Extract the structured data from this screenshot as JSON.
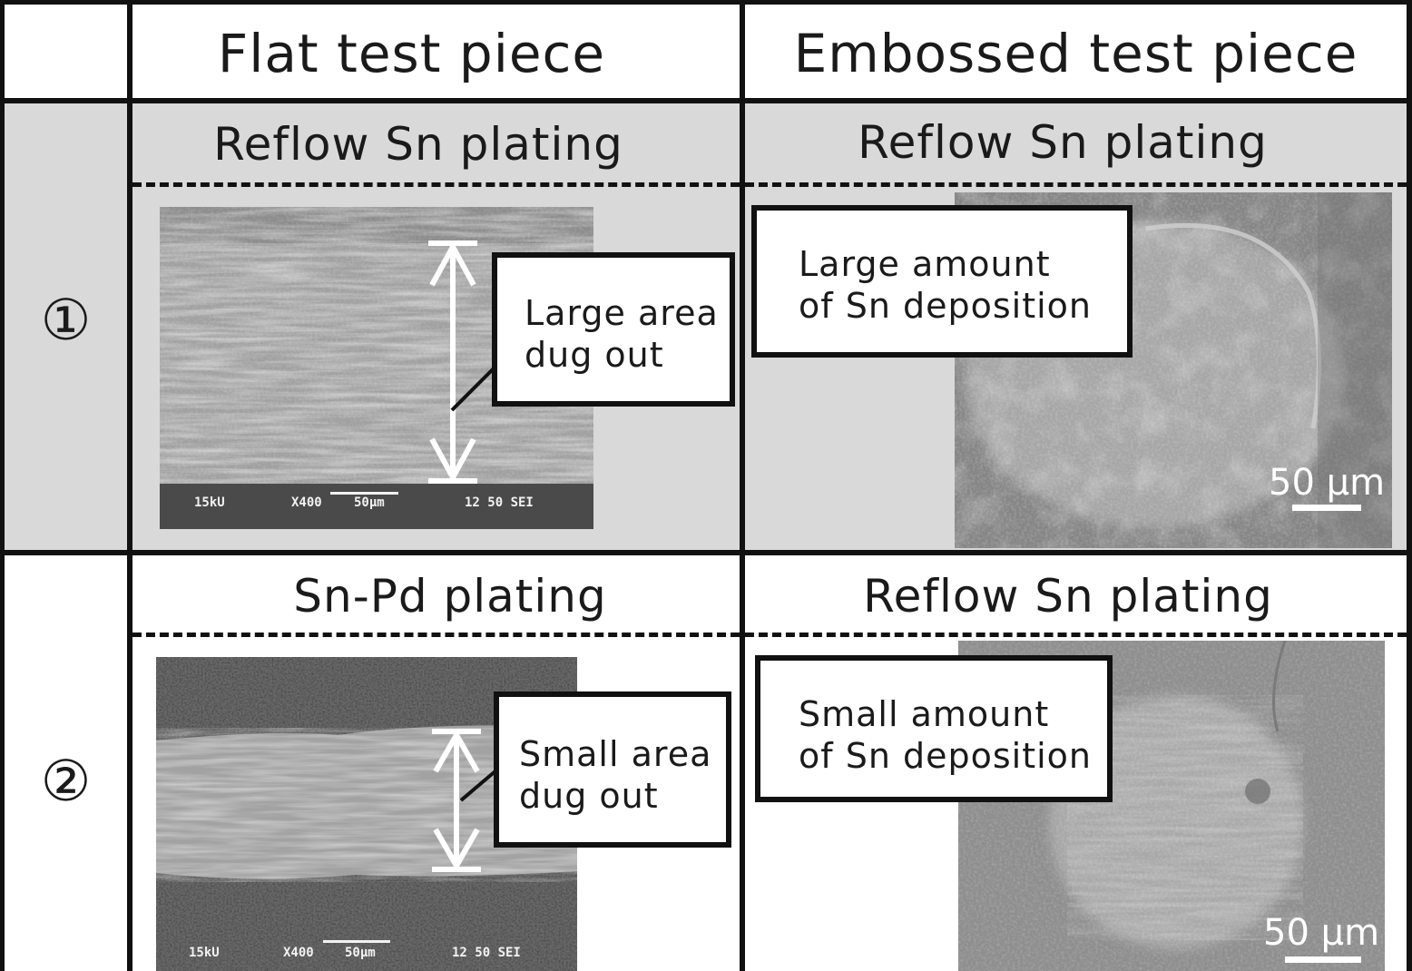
{
  "header": {
    "flat": "Flat test piece",
    "embossed": "Embossed test piece"
  },
  "rows": [
    {
      "marker": "①",
      "flat": {
        "plating": "Reflow Sn plating",
        "callout": [
          "Large area",
          "dug out"
        ],
        "sem_meta": {
          "kv": "15kU",
          "mag": "X400",
          "scale": "50μm",
          "info": "12 50 SEI"
        }
      },
      "embossed": {
        "plating": "Reflow Sn plating",
        "callout": [
          "Large amount",
          "of Sn deposition"
        ],
        "scale": "50 μm"
      }
    },
    {
      "marker": "②",
      "flat": {
        "plating": "Sn-Pd plating",
        "callout": [
          "Small area",
          "dug out"
        ],
        "sem_meta": {
          "kv": "15kU",
          "mag": "X400",
          "scale": "50μm",
          "info": "12 50 SEI"
        }
      },
      "embossed": {
        "plating": "Reflow Sn plating",
        "callout": [
          "Small amount",
          "of Sn deposition"
        ],
        "scale": "50 μm"
      }
    }
  ],
  "colors": {
    "row1_band": "#d9d9d9",
    "grid_line": "#111111",
    "sem_dark": "#6e6e6e",
    "sem_light": "#a8a8a8"
  }
}
